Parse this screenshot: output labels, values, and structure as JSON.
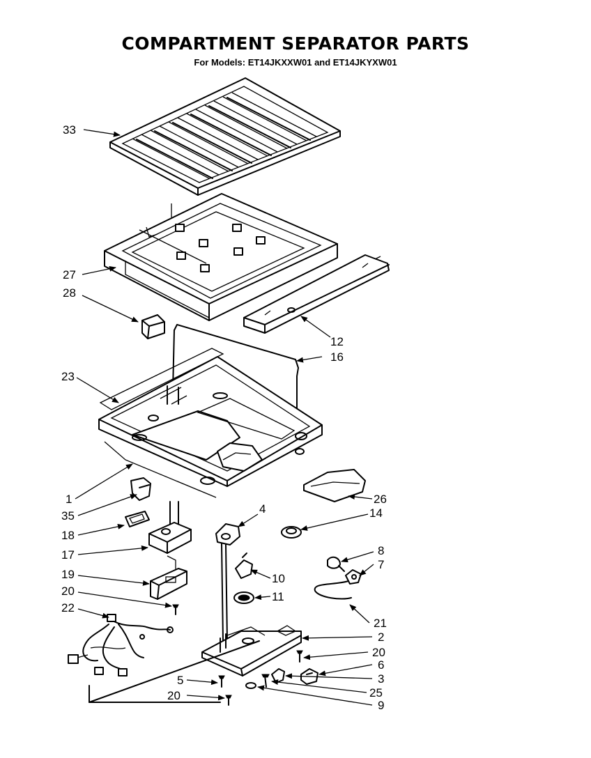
{
  "header": {
    "title": "COMPARTMENT SEPARATOR PARTS",
    "subtitle": "For Models: ET14JKXXW01 and ET14JKYXW01"
  },
  "callouts": {
    "c33": "33",
    "c27": "27",
    "c28": "28",
    "c12": "12",
    "c16": "16",
    "c23": "23",
    "c1": "1",
    "c26": "26",
    "c35": "35",
    "c4": "4",
    "c14": "14",
    "c18": "18",
    "c17": "17",
    "c8": "8",
    "c7": "7",
    "c19": "19",
    "c10": "10",
    "c20a": "20",
    "c11": "11",
    "c22": "22",
    "c21": "21",
    "c2": "2",
    "c20b": "20",
    "c6": "6",
    "c5": "5",
    "c3": "3",
    "c25": "25",
    "c20c": "20",
    "c9": "9"
  }
}
